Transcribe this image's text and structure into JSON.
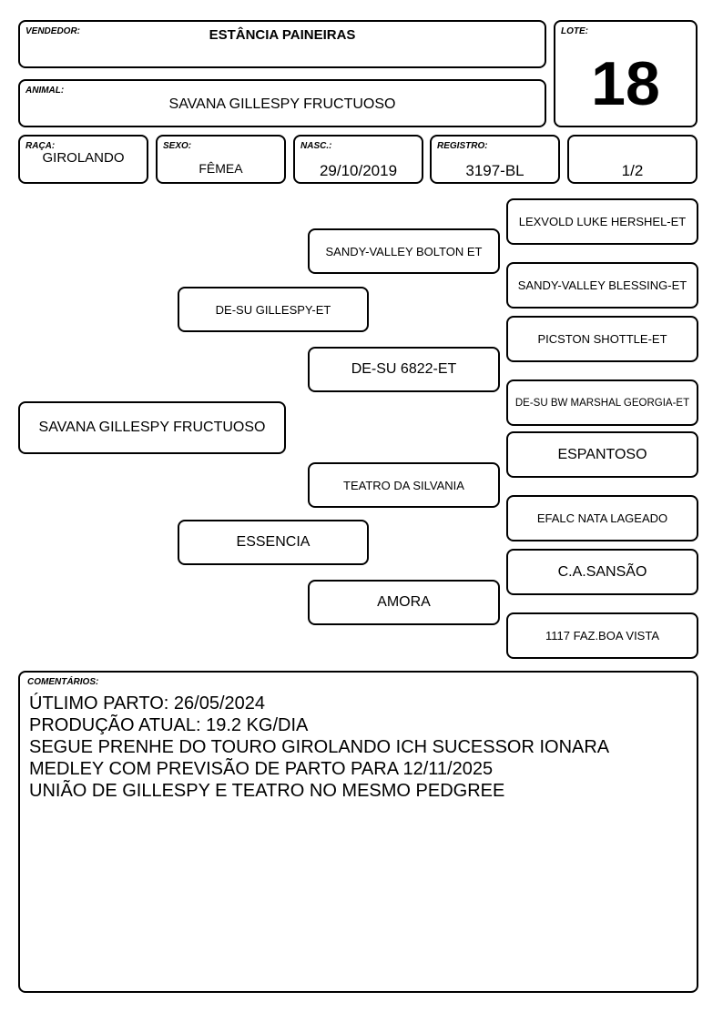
{
  "header": {
    "vendedor_label": "VENDEDOR:",
    "vendedor": "ESTÂNCIA PAINEIRAS",
    "lote_label": "LOTE:",
    "lote": "18",
    "animal_label": "ANIMAL:",
    "animal": "SAVANA GILLESPY FRUCTUOSO"
  },
  "info": {
    "raca_label": "RAÇA:",
    "raca": "GIROLANDO",
    "sexo_label": "SEXO:",
    "sexo": "FÊMEA",
    "nasc_label": "NASC.:",
    "nasc": "29/10/2019",
    "registro_label": "REGISTRO:",
    "registro": "3197-BL",
    "fraction": "1/2"
  },
  "pedigree": {
    "animal": "SAVANA GILLESPY FRUCTUOSO",
    "sire": "DE-SU GILLESPY-ET",
    "dam": "ESSENCIA",
    "sire_sire": "SANDY-VALLEY BOLTON ET",
    "sire_dam": "DE-SU 6822-ET",
    "dam_sire": "TEATRO DA SILVANIA",
    "dam_dam": "AMORA",
    "ggp": [
      "LEXVOLD LUKE HERSHEL-ET",
      "SANDY-VALLEY BLESSING-ET",
      "PICSTON SHOTTLE-ET",
      "DE-SU BW MARSHAL GEORGIA-ET",
      "ESPANTOSO",
      "EFALC NATA LAGEADO",
      "C.A.SANSÃO",
      "1117 FAZ.BOA VISTA"
    ]
  },
  "comments": {
    "label": "COMENTÁRIOS:",
    "lines": [
      "ÚTLIMO PARTO: 26/05/2024",
      "PRODUÇÃO ATUAL: 19.2 KG/DIA",
      "SEGUE PRENHE DO TOURO GIROLANDO ICH SUCESSOR IONARA",
      "MEDLEY COM PREVISÃO DE PARTO PARA 12/11/2025",
      "UNIÃO DE GILLESPY E TEATRO NO MESMO PEDGREE"
    ]
  }
}
